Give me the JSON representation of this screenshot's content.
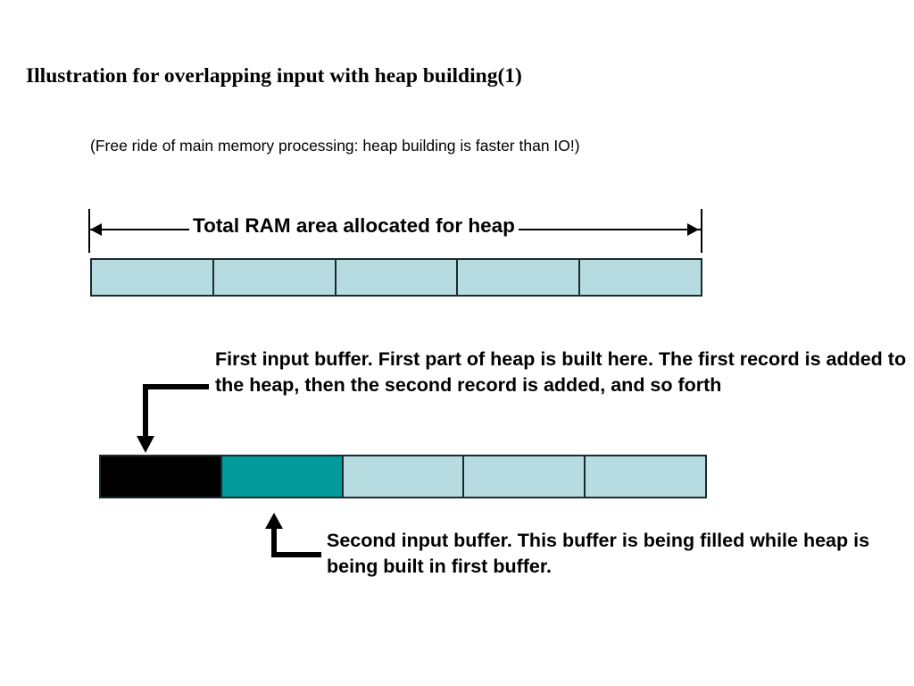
{
  "slide": {
    "title": "Illustration for overlapping input with heap building(1)",
    "subtitle": "(Free ride of main memory processing: heap building is faster than IO!)"
  },
  "dimension": {
    "label": "Total RAM area allocated for heap",
    "left_arrow_icon": "arrow-left-icon",
    "right_arrow_icon": "arrow-right-icon"
  },
  "diagram": {
    "colors": {
      "light_blue": "#b6dce1",
      "teal": "#029a9a",
      "black": "#000000",
      "outline": "#1b2b2e",
      "background": "#ffffff"
    },
    "top_bar": {
      "name": "total-ram-bar",
      "cell_count": 5,
      "cells": [
        {
          "state": "empty",
          "color": "#b6dce1"
        },
        {
          "state": "empty",
          "color": "#b6dce1"
        },
        {
          "state": "empty",
          "color": "#b6dce1"
        },
        {
          "state": "empty",
          "color": "#b6dce1"
        },
        {
          "state": "empty",
          "color": "#b6dce1"
        }
      ]
    },
    "bottom_bar": {
      "name": "buffer-state-bar",
      "cell_count": 5,
      "cells": [
        {
          "state": "first-input-buffer",
          "color": "#000000"
        },
        {
          "state": "second-input-buffer",
          "color": "#029a9a"
        },
        {
          "state": "empty",
          "color": "#b6dce1"
        },
        {
          "state": "empty",
          "color": "#b6dce1"
        },
        {
          "state": "empty",
          "color": "#b6dce1"
        }
      ]
    }
  },
  "callouts": {
    "first_buffer": {
      "text": "First input buffer. First part of heap is built here. The first record is added to the heap, then the second record is added, and so forth",
      "arrow_icon": "elbow-arrow-down-icon"
    },
    "second_buffer": {
      "text": "Second input buffer. This buffer is being filled while heap is being built in first buffer.",
      "arrow_icon": "elbow-arrow-up-icon"
    }
  }
}
